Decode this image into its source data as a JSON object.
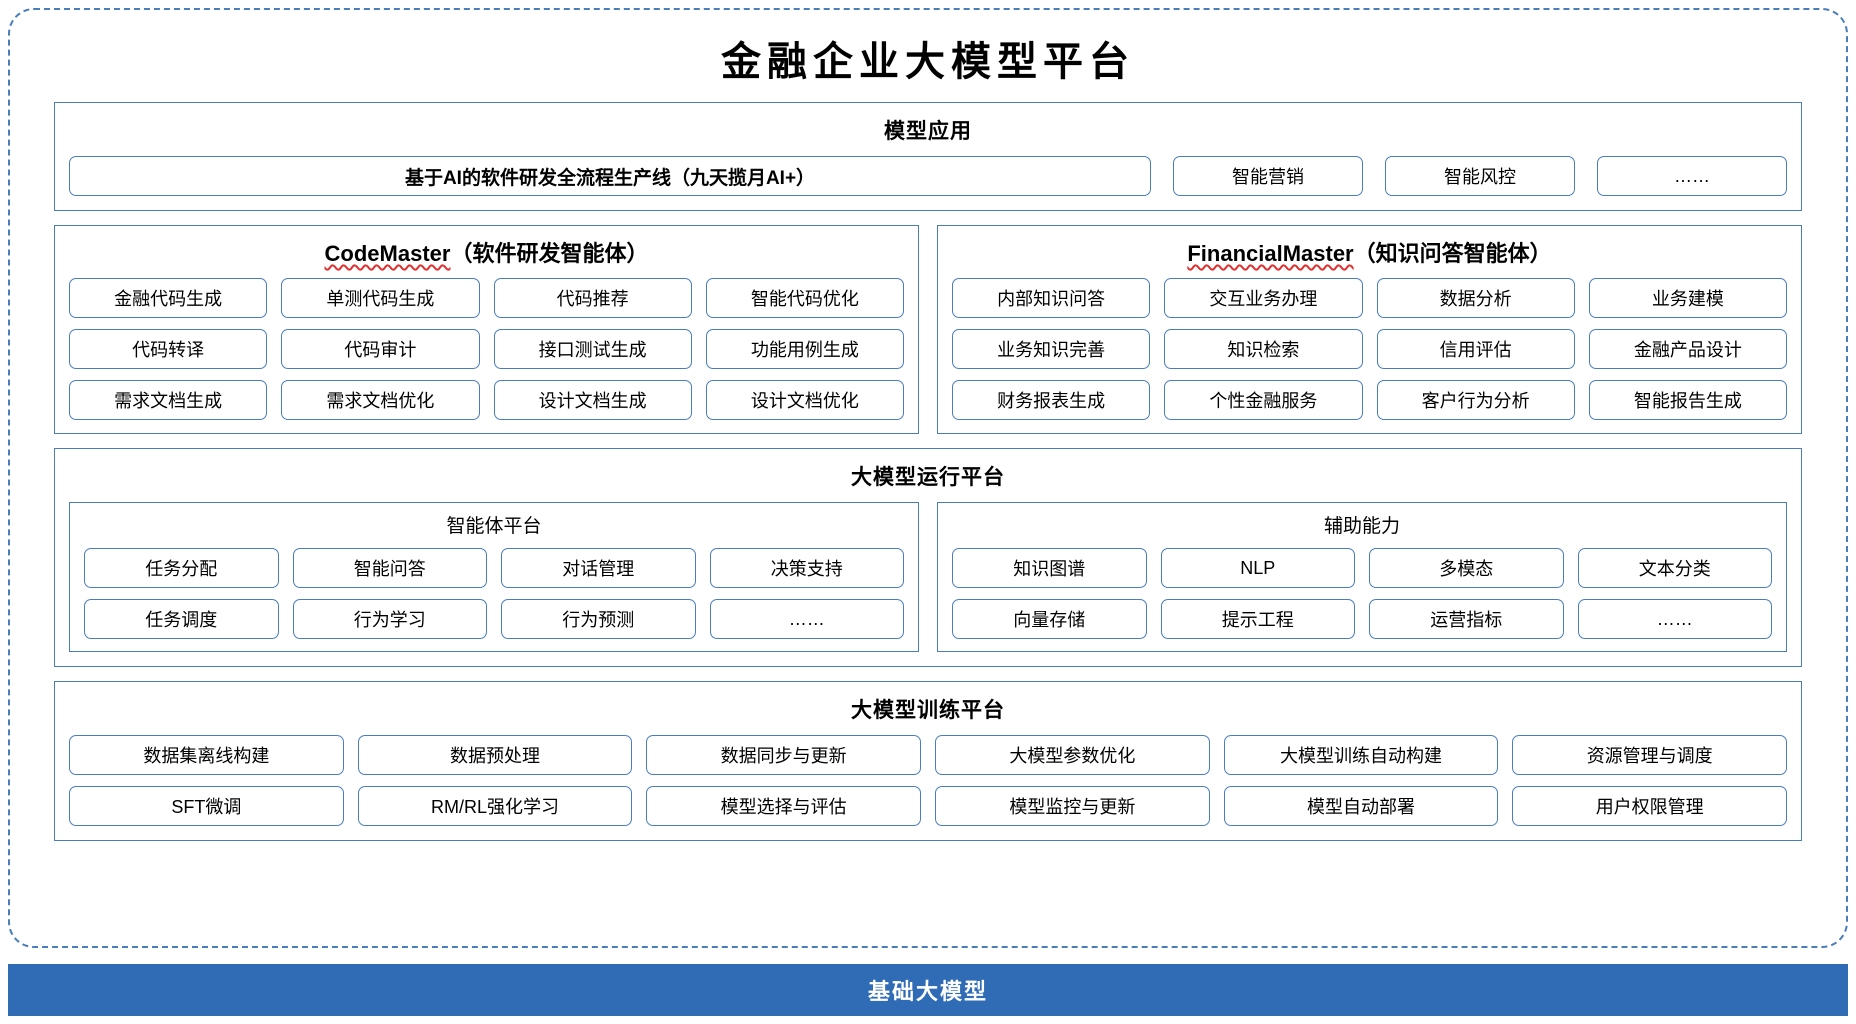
{
  "page": {
    "title": "金融企业大模型平台"
  },
  "layers": {
    "model_application": {
      "title": "模型应用",
      "main_item": "基于AI的软件研发全流程生产线（九天揽月AI+）",
      "side_items": [
        "智能营销",
        "智能风控",
        "……"
      ]
    },
    "agents": [
      {
        "name": "CodeMaster",
        "suffix": "（软件研发智能体）",
        "rows": [
          [
            "金融代码生成",
            "单测代码生成",
            "代码推荐",
            "智能代码优化"
          ],
          [
            "代码转译",
            "代码审计",
            "接口测试生成",
            "功能用例生成"
          ],
          [
            "需求文档生成",
            "需求文档优化",
            "设计文档生成",
            "设计文档优化"
          ]
        ]
      },
      {
        "name": "FinancialMaster",
        "suffix": "（知识问答智能体）",
        "rows": [
          [
            "内部知识问答",
            "交互业务办理",
            "数据分析",
            "业务建模"
          ],
          [
            "业务知识完善",
            "知识检索",
            "信用评估",
            "金融产品设计"
          ],
          [
            "财务报表生成",
            "个性金融服务",
            "客户行为分析",
            "智能报告生成"
          ]
        ]
      }
    ],
    "runtime_platform": {
      "title": "大模型运行平台",
      "panels": [
        {
          "title": "智能体平台",
          "rows": [
            [
              "任务分配",
              "智能问答",
              "对话管理",
              "决策支持"
            ],
            [
              "任务调度",
              "行为学习",
              "行为预测",
              "……"
            ]
          ]
        },
        {
          "title": "辅助能力",
          "rows": [
            [
              "知识图谱",
              "NLP",
              "多模态",
              "文本分类"
            ],
            [
              "向量存储",
              "提示工程",
              "运营指标",
              "……"
            ]
          ]
        }
      ]
    },
    "training_platform": {
      "title": "大模型训练平台",
      "rows": [
        [
          "数据集离线构建",
          "数据预处理",
          "数据同步与更新",
          "大模型参数优化",
          "大模型训练自动构建",
          "资源管理与调度"
        ],
        [
          "SFT微调",
          "RM/RL强化学习",
          "模型选择与评估",
          "模型监控与更新",
          "模型自动部署",
          "用户权限管理"
        ]
      ]
    }
  },
  "footer": {
    "label": "基础大模型"
  },
  "colors": {
    "border_blue": "#4a7ebb",
    "footer_blue": "#2f6cb5",
    "spell_red": "#e03131"
  }
}
